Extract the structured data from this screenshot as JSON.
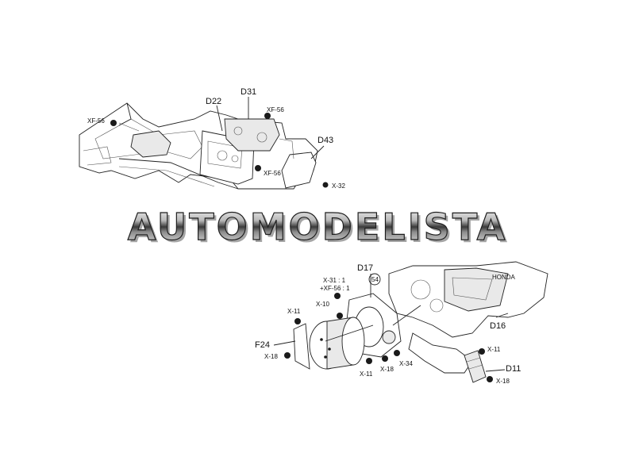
{
  "banner": {
    "text": "AUTOMODELISTA"
  },
  "top_diagram": {
    "labels": {
      "d31": "D31",
      "d22": "D22",
      "d43": "D43",
      "xf56_left": "XF-56",
      "xf56_top": "XF-56",
      "xf56_mid": "XF-56",
      "x32": "X-32"
    }
  },
  "bottom_diagram": {
    "labels": {
      "d17": "D17",
      "step": "54",
      "x31": "X-31 : 1",
      "xf56_mix": "+XF-56 : 1",
      "x11_a": "X-11",
      "x10": "X-10",
      "f24": "F24",
      "x18_a": "X-18",
      "x11_b": "X-11",
      "x18_b": "X-18",
      "x34": "X-34",
      "d16": "D16",
      "x11_c": "X-11",
      "d11": "D11",
      "x18_c": "X-18",
      "honda": "HONDA"
    }
  },
  "colors": {
    "banner_light": "#f4f4f4",
    "banner_dark": "#2a2a2a",
    "line": "#222222"
  }
}
